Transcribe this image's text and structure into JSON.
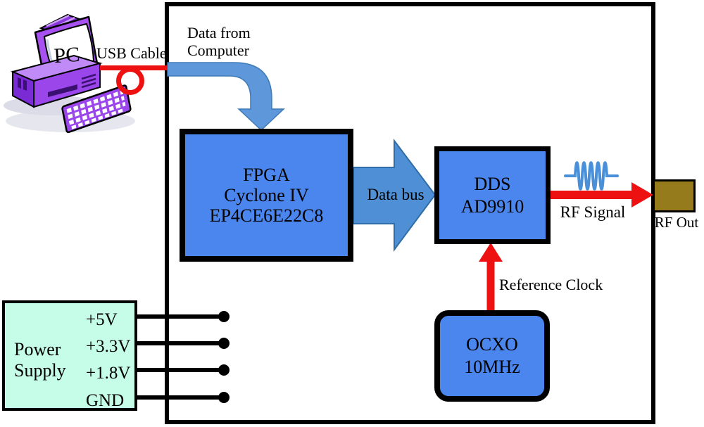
{
  "labels": {
    "pc": "PC",
    "usb_cable": "USB Cable",
    "data_from_computer": [
      "Data from",
      "Computer"
    ],
    "data_bus": "Data bus",
    "rf_signal": "RF Signal",
    "rf_out": "RF Out",
    "reference_clock": "Reference Clock"
  },
  "blocks": {
    "fpga": {
      "lines": [
        "FPGA",
        "Cyclone IV",
        "EP4CE6E22C8"
      ]
    },
    "dds": {
      "lines": [
        "DDS",
        "AD9910"
      ]
    },
    "ocxo": {
      "lines": [
        "OCXO",
        "10MHz"
      ]
    },
    "power_supply": {
      "title": [
        "Power",
        "Supply"
      ],
      "rails": [
        "+5V",
        "+3.3V",
        "+1.8V",
        "GND"
      ]
    }
  },
  "colors": {
    "block_fill": "#4b86ee",
    "arrow_blue": "#5e97da",
    "data_bus_arrow_blue": "#4f8fd5",
    "signal_red": "#ee1111",
    "power_supply_fill": "#c5fde9",
    "rf_connector_fill": "#967b1d",
    "wave_blue": "#4a90d9",
    "outline": "#000000",
    "pc_purple": "#9a46ea"
  }
}
